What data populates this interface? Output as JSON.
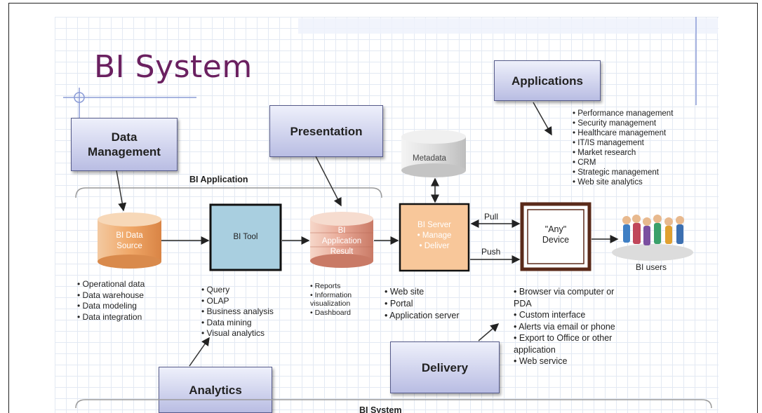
{
  "title": "BI System",
  "callouts": {
    "applications": "Applications",
    "data_management": "Data\nManagement",
    "presentation": "Presentation",
    "analytics": "Analytics",
    "delivery": "Delivery"
  },
  "bi_application_label": "BI Application",
  "bi_system_label": "BI System",
  "metadata": "Metadata",
  "nodes": {
    "data_source": [
      "BI Data",
      "Source"
    ],
    "bi_tool": "BI Tool",
    "result": [
      "BI",
      "Application",
      "Result"
    ],
    "server": [
      "BI Server",
      "• Manage",
      "• Deliver"
    ],
    "device": [
      "\"Any\"",
      "Device"
    ],
    "users": "BI users"
  },
  "arrows": {
    "pull": "Pull",
    "push": "Push"
  },
  "lists": {
    "applications": [
      "Performance management",
      "Security management",
      "Healthcare management",
      "IT/IS management",
      "Market research",
      "CRM",
      "Strategic management",
      "Web site analytics"
    ],
    "data_source": [
      "Operational data",
      "Data warehouse",
      "Data modeling",
      "Data integration"
    ],
    "bi_tool": [
      "Query",
      "OLAP",
      "Business analysis",
      "Data mining",
      "Visual analytics"
    ],
    "result": [
      "Reports",
      "Information visualization",
      "Dashboard"
    ],
    "server": [
      "Web site",
      "Portal",
      "Application server"
    ],
    "device": [
      "Browser via computer or PDA",
      "Custom interface",
      "Alerts via email or phone",
      "Export to Office or other application",
      "Web service"
    ]
  },
  "colors": {
    "title": "#6a2060",
    "bitool": "#a9cfe0",
    "server": "#f8c79a",
    "device_border": "#5a2a1a",
    "cylinder": "#e89a5a"
  }
}
